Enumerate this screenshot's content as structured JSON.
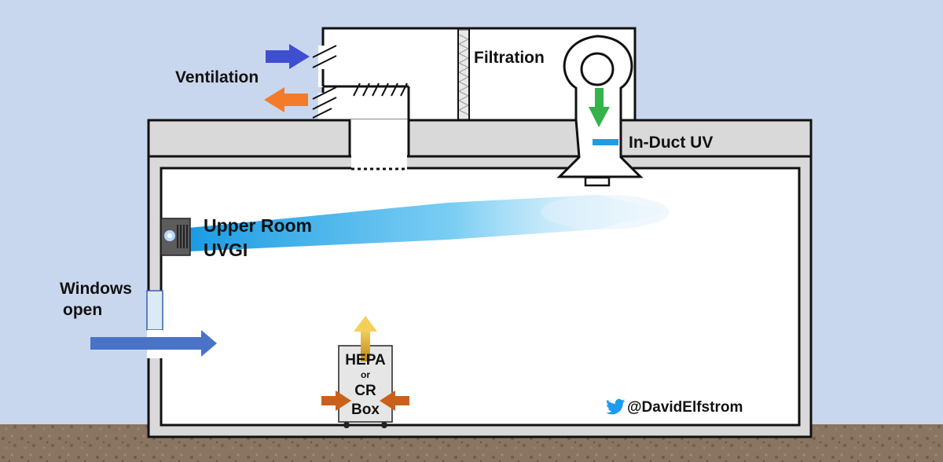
{
  "labels": {
    "ventilation": "Ventilation",
    "filtration": "Filtration",
    "in_duct_uv": "In-Duct UV",
    "upper_room_line1": "Upper Room",
    "upper_room_line2": "UVGI",
    "windows_line1": "Windows",
    "windows_line2": "open",
    "hepa": "HEPA",
    "or": "or",
    "cr": "CR",
    "box": "Box",
    "handle": "@DavidElfstrom"
  },
  "colors": {
    "sky": "#c9d7ee",
    "ground": "#8a7562",
    "roof": "#d9d9d9",
    "outline": "#111111",
    "intake_arrow": "#3f4fd0",
    "exhaust_arrow": "#f47b2a",
    "uv_arrow": "#33b34a",
    "uv_lamp": "#1e9de0",
    "uv_beam": "#27a9e8",
    "window_arrow": "#4a73c8",
    "hepa_out_arrow": "#e8b83a",
    "hepa_in_arrow": "#c9611c",
    "twitter": "#1d9bf0"
  },
  "icons": {
    "twitter": "twitter-bird-icon",
    "uvgi_fixture": "uv-fixture-icon",
    "fan": "blower-fan-icon"
  }
}
